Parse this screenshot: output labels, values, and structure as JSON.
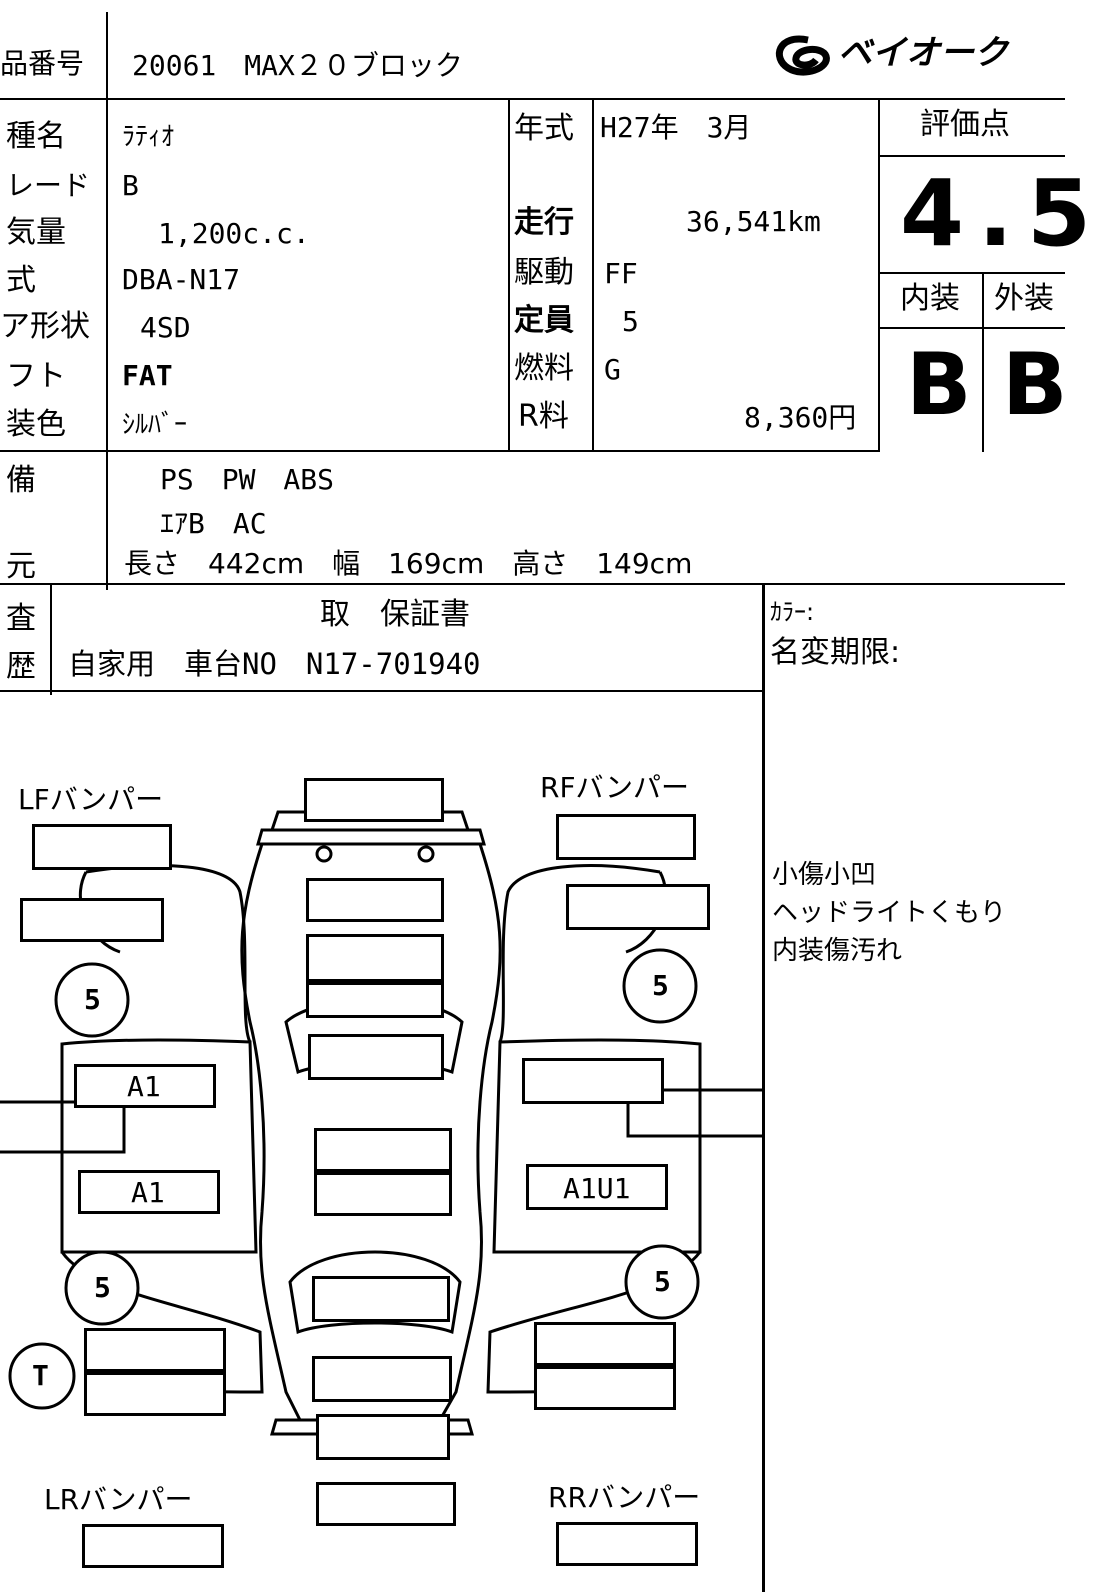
{
  "header": {
    "item_no_label": "品番号",
    "item_no_value": "20061　MAX２０ブロック",
    "logo_text": "ベイオーク"
  },
  "vehicle": {
    "labels": [
      "種名",
      "レード",
      "気量",
      "式",
      "ア形状",
      "フト",
      "装色"
    ],
    "values": [
      "ﾗﾃｨｵ",
      "B",
      "1,200c.c.",
      "DBA-N17",
      "4SD",
      "FAT",
      "ｼﾙﾊﾞｰ"
    ]
  },
  "details": {
    "year_label": "年式",
    "year_value": "H27年　3月",
    "mileage_label": "走行",
    "mileage_value": "36,541km",
    "drive_label": "駆動",
    "drive_value": "FF",
    "capacity_label": "定員",
    "capacity_value": "5",
    "fuel_label": "燃料",
    "fuel_value": "G",
    "recycle_label": "R料",
    "recycle_value": "8,360円"
  },
  "evaluation": {
    "score_label": "評価点",
    "score_value": "4.5",
    "interior_label": "内装",
    "exterior_label": "外装",
    "interior_grade": "B",
    "exterior_grade": "B"
  },
  "equipment": {
    "label": "備",
    "line1": "PS　PW　ABS",
    "line2": "ｴｱB　AC",
    "dims_label": "元",
    "dims_value": "長さ　442cm　幅　169cm　高さ　149cm"
  },
  "inspection": {
    "label": "査",
    "value": "取　保証書",
    "history_label": "歴",
    "history_value": "自家用　車台NO　N17-701940"
  },
  "notes": {
    "color_label": "ｶﾗｰ:",
    "name_change_label": "名変期限:",
    "remarks": [
      "小傷小凹",
      "ヘッドライトくもり",
      "内装傷汚れ"
    ]
  },
  "diagram": {
    "lf_bumper": "LFバンパー",
    "rf_bumper": "RFバンパー",
    "lr_bumper": "LRバンパー",
    "rr_bumper": "RRバンパー",
    "tire_lf": "5",
    "tire_rf": "5",
    "tire_lr": "5",
    "tire_rr": "5",
    "spare_tire": "T",
    "left_front_door": "A1",
    "left_rear_door": "A1",
    "right_rear_door": "A1U1"
  }
}
